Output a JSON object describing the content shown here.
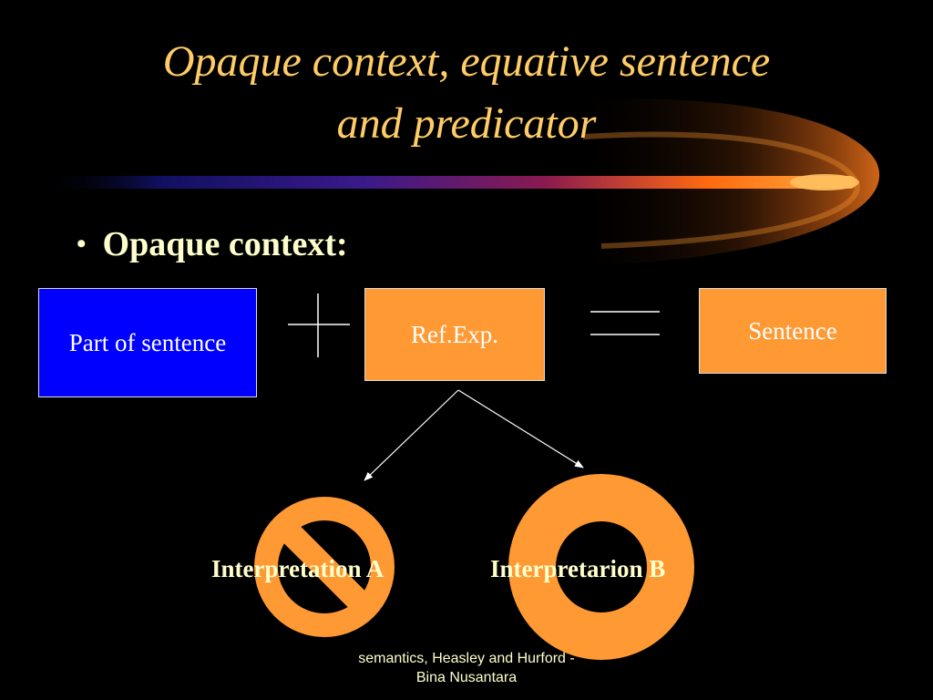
{
  "title": {
    "line1": "Opaque context, equative sentence",
    "line2": "and predicator"
  },
  "bullet": {
    "symbol": "•",
    "text": "Opaque context:"
  },
  "boxes": {
    "part_of_sentence": "Part of sentence",
    "ref_exp": "Ref.Exp.",
    "sentence": "Sentence"
  },
  "operators": {
    "plus": "plus-sign",
    "equals": "equals-sign"
  },
  "interpretations": {
    "a": "Interpretation A",
    "b": "Interpretarion B"
  },
  "icons": {
    "interpretation_a": "prohibited-icon",
    "interpretation_b": "ring-icon"
  },
  "footer": {
    "line1": "semantics, Heasley and Hurford -",
    "line2": "Bina Nusantara"
  },
  "colors": {
    "background": "#000000",
    "title": "#ffcc66",
    "text": "#ffffcc",
    "blue_box": "#0000ff",
    "orange": "#ff9933",
    "white": "#ffffff"
  }
}
